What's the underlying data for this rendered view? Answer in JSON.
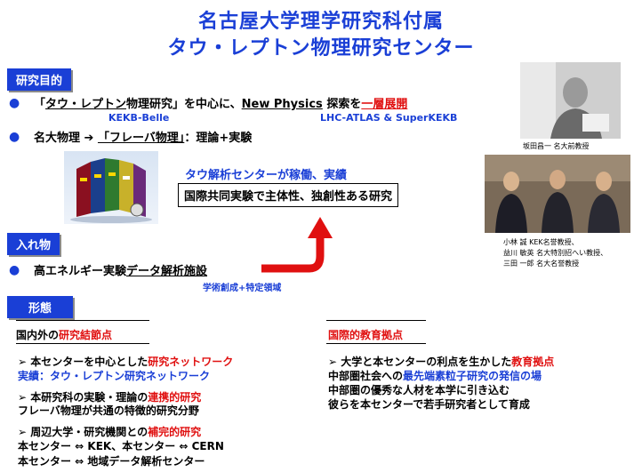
{
  "title": {
    "line1": "名古屋大学理学研究科付属",
    "line2": "タウ・レプトン物理研究センター"
  },
  "sections": {
    "purpose_tag": "研究目的",
    "input_tag": "入れ物",
    "form_tag": "形態"
  },
  "purpose": {
    "item1_prefix": "「",
    "item1_tau": "タウ・レプトン",
    "item1_mid": "物理研究」を中心に、",
    "item1_np": "New Physics",
    "item1_search": " 探索を",
    "item1_dev": "一層展開",
    "sub_kekb": "KEKB-Belle",
    "sub_lhc": "LHC-ATLAS & SuperKEKB",
    "item2_prefix": "名大物理 ➔ ",
    "item2_flavor": "「フレーバ物理」",
    "item2_suffix": "：理論+実験"
  },
  "center": {
    "active": "タウ解析センターが稼働、実績",
    "intl": "国際共同実験で主体性、独創性ある研究"
  },
  "input": {
    "item": "高エネルギー実験",
    "item_u": "データ解析施設",
    "sub": "学術創成+特定領域"
  },
  "photo1_caption": "坂田昌一  名大前教授",
  "photo2_caption": [
    "小林  誠 KEK名誉教授、",
    "益川  敏英 名大特別招へい教授、",
    "三田  一郎  名大名誉教授"
  ],
  "left_col": {
    "head_plain": "国内外の",
    "head_red": "研究結節点",
    "p1_a": "➢ 本センターを中心とした",
    "p1_red": "研究ネットワーク",
    "p1_line2": "実績：タウ・レプトン研究ネットワーク",
    "p2_a": "➢ 本研究科の実験・理論の",
    "p2_red": "連携的研究",
    "p2_line2": "フレーバ物理が共通の特徴的研究分野",
    "p3_a": "➢ 周辺大学・研究機関との",
    "p3_red": "補完的研究",
    "p3_line2": "本センター ⇔ KEK、本センター ⇔ CERN",
    "p3_line3": "本センター ⇔ 地域データ解析センター"
  },
  "right_col": {
    "head": "国際的教育拠点",
    "p1_a": "➢ 大学と本センターの利点を生かした",
    "p1_red": "教育拠点",
    "p2_a": "中部圏社会への",
    "p2_blue": "最先端素粒子研究の発信の場",
    "p3": "中部圏の優秀な人材を本学に引き込む",
    "p4": "彼らを本センターで若手研究者として育成"
  },
  "colors": {
    "blue": "#1a3fd6",
    "red": "#e01010"
  }
}
